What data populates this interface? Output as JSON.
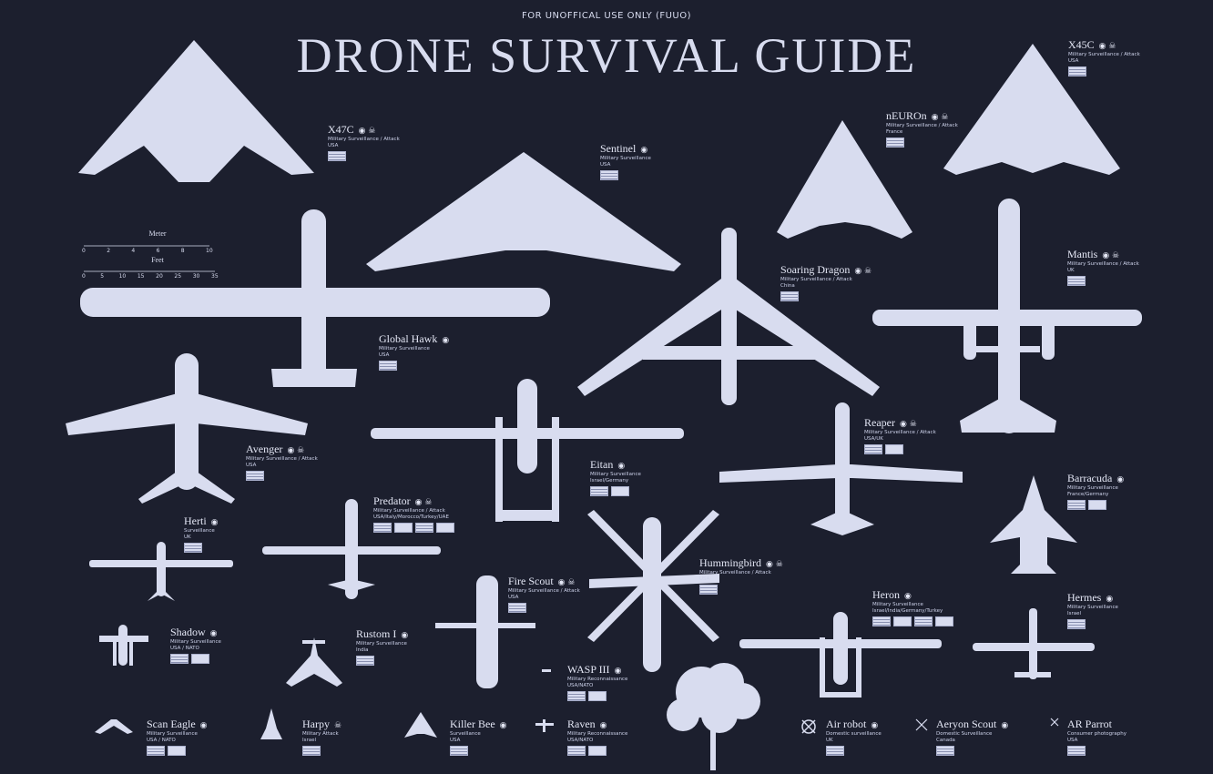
{
  "header": {
    "disclaimer": "FOR UNOFFICAL USE ONLY (FUUO)",
    "title": "DRONE SURVIVAL GUIDE"
  },
  "scale": {
    "meter_label": "Meter",
    "meter_ticks": [
      "0",
      "2",
      "4",
      "6",
      "8",
      "10"
    ],
    "feet_label": "Feet",
    "feet_ticks": [
      "0",
      "5",
      "10",
      "15",
      "20",
      "25",
      "30",
      "35"
    ]
  },
  "colors": {
    "background": "#1c1f2e",
    "silhouette": "#d8dcef"
  },
  "drones": [
    {
      "id": "x47c",
      "name": "X47C",
      "icons": "◉ ☠",
      "type": "Military Surveillance / Attack",
      "country": "USA",
      "flags": 1
    },
    {
      "id": "sentinel",
      "name": "Sentinel",
      "icons": "◉",
      "type": "Military Surveillance",
      "country": "USA",
      "flags": 1
    },
    {
      "id": "neuron",
      "name": "nEUROn",
      "icons": "◉ ☠",
      "type": "Military Surveillance / Attack",
      "country": "France",
      "flags": 1
    },
    {
      "id": "x45c",
      "name": "X45C",
      "icons": "◉ ☠",
      "type": "Military Surveillance / Attack",
      "country": "USA",
      "flags": 1
    },
    {
      "id": "soaring",
      "name": "Soaring Dragon",
      "icons": "◉ ☠",
      "type": "Military Surveillance / Attack",
      "country": "China",
      "flags": 1
    },
    {
      "id": "mantis",
      "name": "Mantis",
      "icons": "◉ ☠",
      "type": "Military Surveillance / Attack",
      "country": "UK",
      "flags": 1
    },
    {
      "id": "globalhawk",
      "name": "Global Hawk",
      "icons": "◉",
      "type": "Military Surveillance",
      "country": "USA",
      "flags": 1
    },
    {
      "id": "avenger",
      "name": "Avenger",
      "icons": "◉ ☠",
      "type": "Military Surveillance / Attack",
      "country": "USA",
      "flags": 1
    },
    {
      "id": "reaper",
      "name": "Reaper",
      "icons": "◉ ☠",
      "type": "Military Surveillance / Attack",
      "country": "USA/UK",
      "flags": 2
    },
    {
      "id": "eitan",
      "name": "Eitan",
      "icons": "◉",
      "type": "Military Surveillance",
      "country": "Israel/Germany",
      "flags": 2
    },
    {
      "id": "barracuda",
      "name": "Barracuda",
      "icons": "◉",
      "type": "Military Surveillance",
      "country": "France/Germany",
      "flags": 2
    },
    {
      "id": "predator",
      "name": "Predator",
      "icons": "◉ ☠",
      "type": "Military Surveillance / Attack",
      "country": "USA/Italy/Morocco/Turkey/UAE",
      "flags": 4
    },
    {
      "id": "herti",
      "name": "Herti",
      "icons": "◉",
      "type": "Surveillance",
      "country": "UK",
      "flags": 1
    },
    {
      "id": "hummingbird",
      "name": "Hummingbird",
      "icons": "◉ ☠",
      "type": "Military Surveillance / Attack",
      "country": "USA",
      "flags": 1
    },
    {
      "id": "firescout",
      "name": "Fire Scout",
      "icons": "◉ ☠",
      "type": "Military Surveillance / Attack",
      "country": "USA",
      "flags": 1
    },
    {
      "id": "heron",
      "name": "Heron",
      "icons": "◉",
      "type": "Military Surveillance",
      "country": "Israel/India/Germany/Turkey",
      "flags": 4
    },
    {
      "id": "hermes",
      "name": "Hermes",
      "icons": "◉",
      "type": "Military Surveillance",
      "country": "Israel",
      "flags": 1
    },
    {
      "id": "shadow",
      "name": "Shadow",
      "icons": "◉",
      "type": "Military Surveillance",
      "country": "USA / NATO",
      "flags": 2
    },
    {
      "id": "rustom",
      "name": "Rustom I",
      "icons": "◉",
      "type": "Military Surveillance",
      "country": "India",
      "flags": 1
    },
    {
      "id": "wasp",
      "name": "WASP III",
      "icons": "◉",
      "type": "Military Reconnaissance",
      "country": "USA/NATO",
      "flags": 2
    },
    {
      "id": "scaneagle",
      "name": "Scan Eagle",
      "icons": "◉",
      "type": "Military Surveillance",
      "country": "USA / NATO",
      "flags": 2
    },
    {
      "id": "harpy",
      "name": "Harpy",
      "icons": "☠",
      "type": "Military Attack",
      "country": "Israel",
      "flags": 1
    },
    {
      "id": "killerbee",
      "name": "Killer Bee",
      "icons": "◉",
      "type": "Surveillance",
      "country": "USA",
      "flags": 1
    },
    {
      "id": "raven",
      "name": "Raven",
      "icons": "◉",
      "type": "Military Reconnaissance",
      "country": "USA/NATO",
      "flags": 2
    },
    {
      "id": "airrobot",
      "name": "Air robot",
      "icons": "◉",
      "type": "Domestic surveillance",
      "country": "UK",
      "flags": 1
    },
    {
      "id": "aeryon",
      "name": "Aeryon Scout",
      "icons": "◉",
      "type": "Domestic Surveillance",
      "country": "Canada",
      "flags": 1
    },
    {
      "id": "arparrot",
      "name": "AR Parrot",
      "icons": "",
      "type": "Consumer photography",
      "country": "USA",
      "flags": 1
    }
  ]
}
